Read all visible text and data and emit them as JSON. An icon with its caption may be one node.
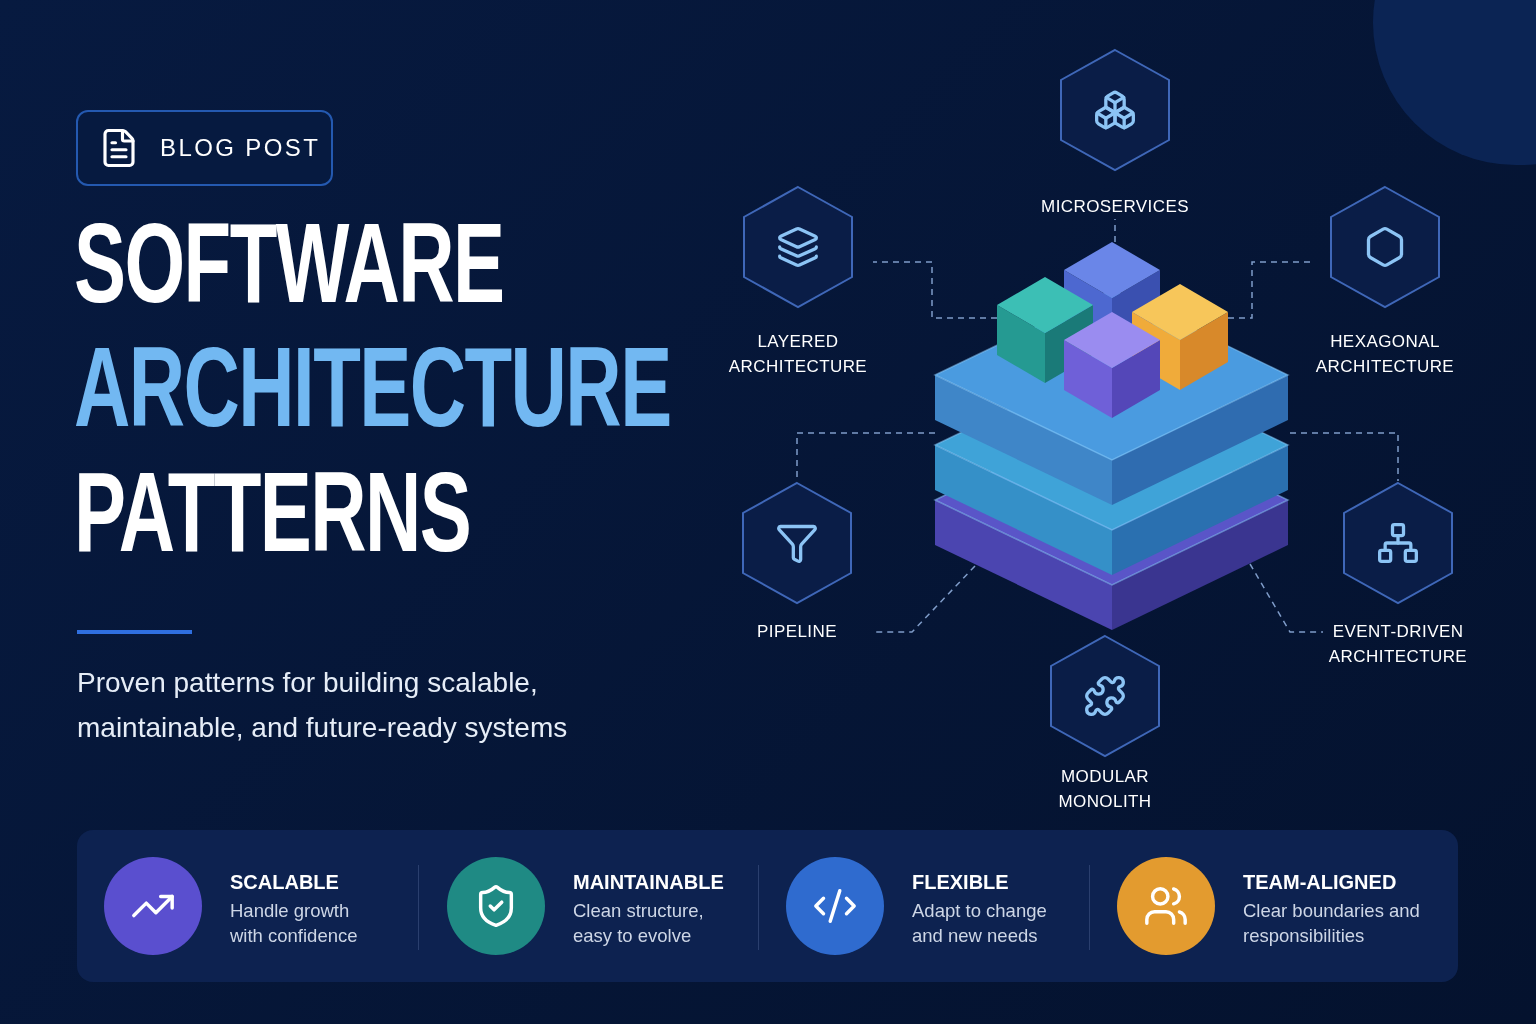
{
  "diagram": {
    "title": "SOFTWARE ARCHITECTURE PATTERNS",
    "nodes": [
      {
        "text": [],
        "shape": "picture"
      },
      {
        "text": [
          "MICROSERVICES"
        ]
      },
      {
        "text": [
          "LAYERED ARCHITECTURE"
        ]
      },
      {
        "text": [
          "HEXAGONAL ARCHITECTURE"
        ]
      },
      {
        "text": [
          "PIPELINE"
        ]
      },
      {
        "text": [
          "EVENT-DRIVEN ARCHITECTURE"
        ]
      },
      {
        "text": [
          "MODULAR MONOLITH"
        ]
      }
    ],
    "edges": [
      {
        "from": 0,
        "to": 1,
        "arrow": "none"
      },
      {
        "from": 0,
        "to": 2,
        "arrow": "none"
      },
      {
        "from": 0,
        "to": 3,
        "arrow": "none"
      },
      {
        "from": 0,
        "to": 4,
        "arrow": "none"
      },
      {
        "from": 0,
        "to": 5,
        "arrow": "none"
      },
      {
        "from": 0,
        "to": 4,
        "arrow": "none"
      },
      {
        "from": 0,
        "to": 5,
        "arrow": "none"
      }
    ],
    "labels": [
      "BLOG POST",
      "Proven patterns for building scalable, maintainable, and future-ready systems",
      "SCALABLE",
      "Handle growth with confidence",
      "MAINTAINABLE",
      "Clean structure, easy to evolve",
      "FLEXIBLE",
      "Adapt to change and new needs",
      "TEAM-ALIGNED",
      "Clear boundaries and responsibilities"
    ]
  }
}
